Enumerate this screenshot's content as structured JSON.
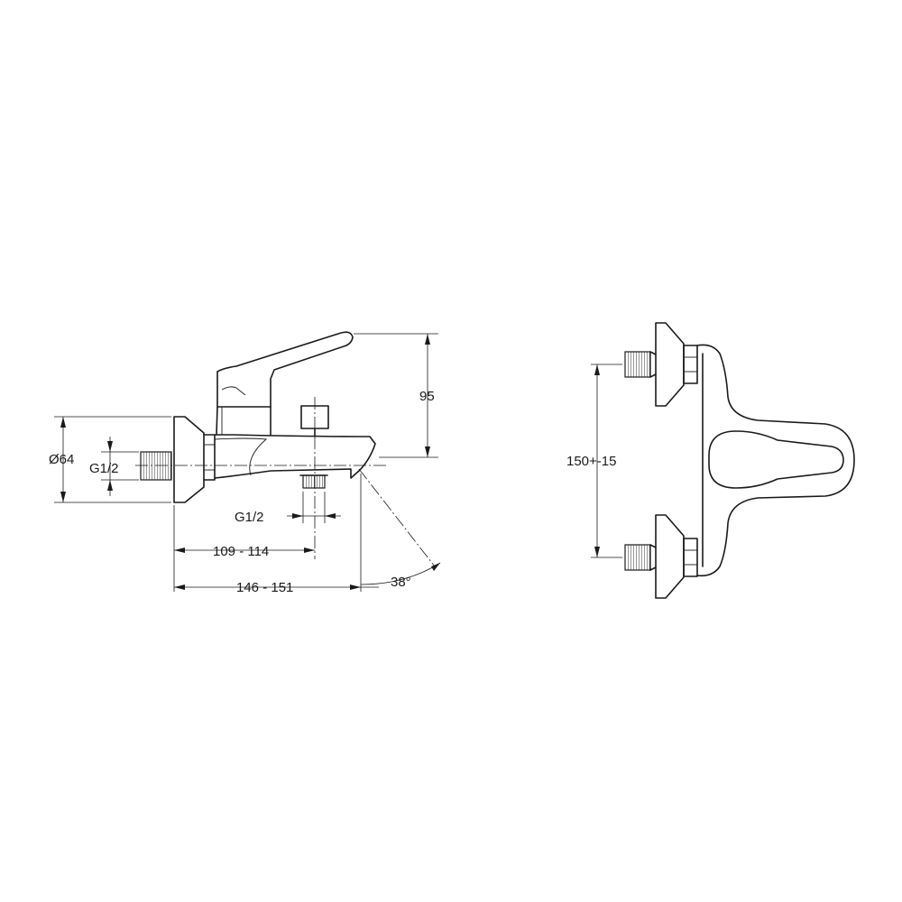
{
  "side_view": {
    "diameter": "Ø64",
    "inlet_thread": "G1/2",
    "height": "95",
    "outlet_thread": "G1/2",
    "depth_short": "109 - 114",
    "depth_long": "146 - 151",
    "angle": "38°"
  },
  "front_view": {
    "centre_distance": "150+-15"
  }
}
